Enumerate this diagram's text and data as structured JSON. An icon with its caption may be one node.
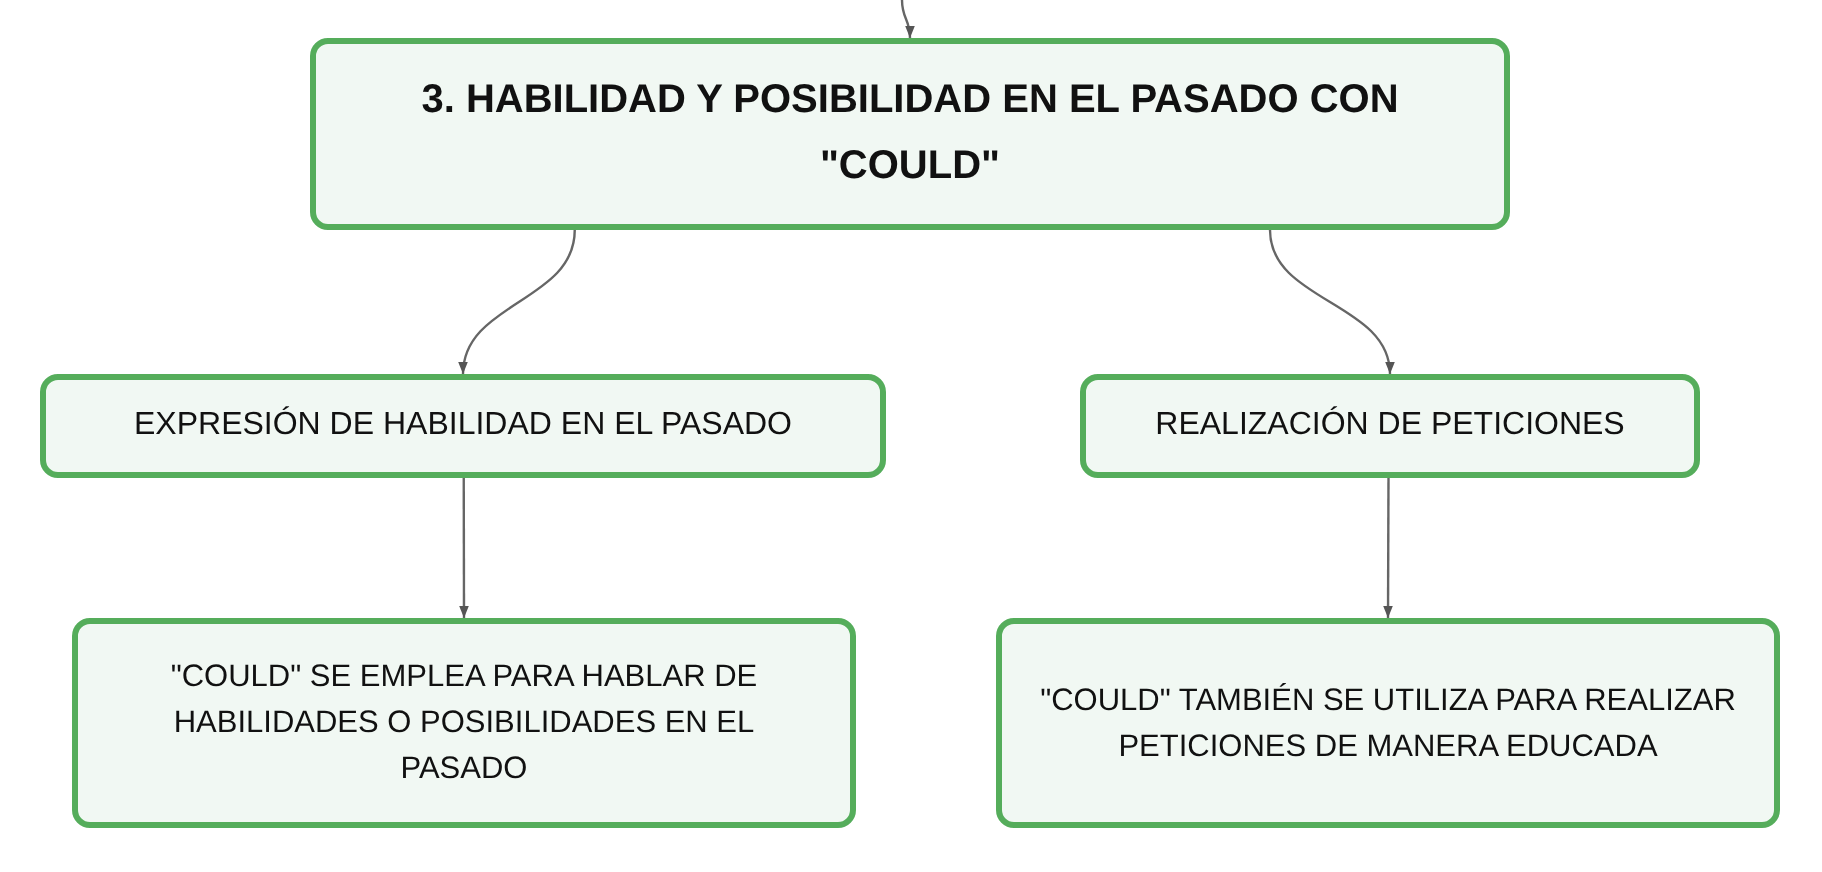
{
  "diagram": {
    "nodes": [
      {
        "text": [
          "3. HABILIDAD Y POSIBILIDAD EN EL PASADO CON \"COULD\""
        ]
      },
      {
        "text": [
          "EXPRESIÓN DE HABILIDAD EN EL PASADO"
        ]
      },
      {
        "text": [
          "REALIZACIÓN DE PETICIONES"
        ]
      },
      {
        "text": [
          "\"COULD\" SE EMPLEA PARA HABLAR DE HABILIDADES O POSIBILIDADES EN EL PASADO"
        ]
      },
      {
        "text": [
          "\"COULD\" TAMBIÉN SE UTILIZA PARA REALIZAR PETICIONES DE MANERA EDUCADA"
        ]
      }
    ],
    "edges": [
      {
        "from": null,
        "to": 0,
        "arrow": "to"
      },
      {
        "from": 0,
        "to": 1,
        "arrow": "to"
      },
      {
        "from": 0,
        "to": 2,
        "arrow": "to"
      },
      {
        "from": 1,
        "to": 3,
        "arrow": "to"
      },
      {
        "from": 2,
        "to": 4,
        "arrow": "to"
      }
    ]
  }
}
